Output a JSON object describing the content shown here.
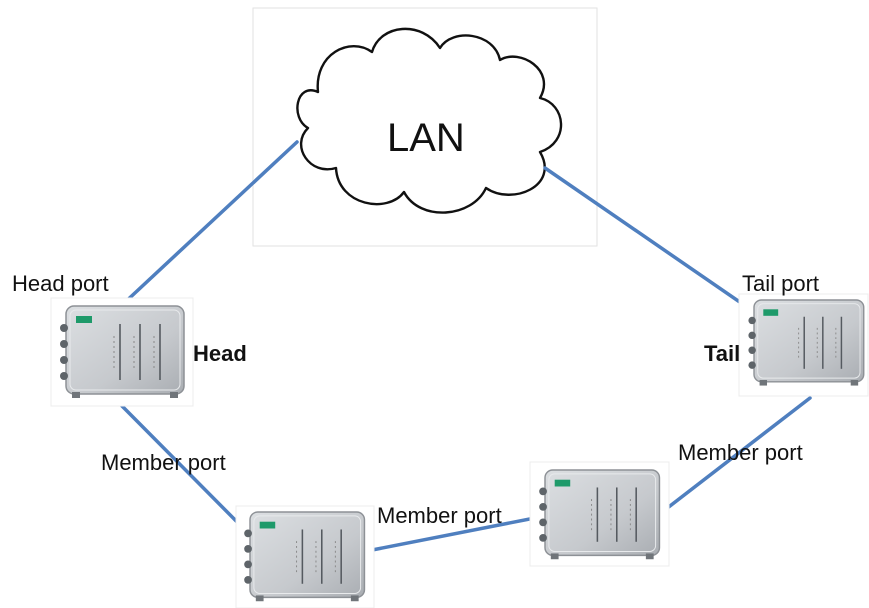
{
  "cloud": {
    "label": "LAN"
  },
  "labels": {
    "head_port": "Head port",
    "tail_port": "Tail port",
    "head": "Head",
    "tail": "Tail",
    "member_port_left": "Member port",
    "member_port_middle": "Member port",
    "member_port_right": "Member port"
  },
  "colors": {
    "link": "#4f7fbf",
    "device_body": "#c9ccd0",
    "device_brand": "#1e9a6a"
  },
  "devices": [
    {
      "role": "head",
      "icon": "switch-device-icon"
    },
    {
      "role": "tail",
      "icon": "switch-device-icon"
    },
    {
      "role": "member",
      "icon": "switch-device-icon"
    },
    {
      "role": "member",
      "icon": "switch-device-icon"
    }
  ]
}
